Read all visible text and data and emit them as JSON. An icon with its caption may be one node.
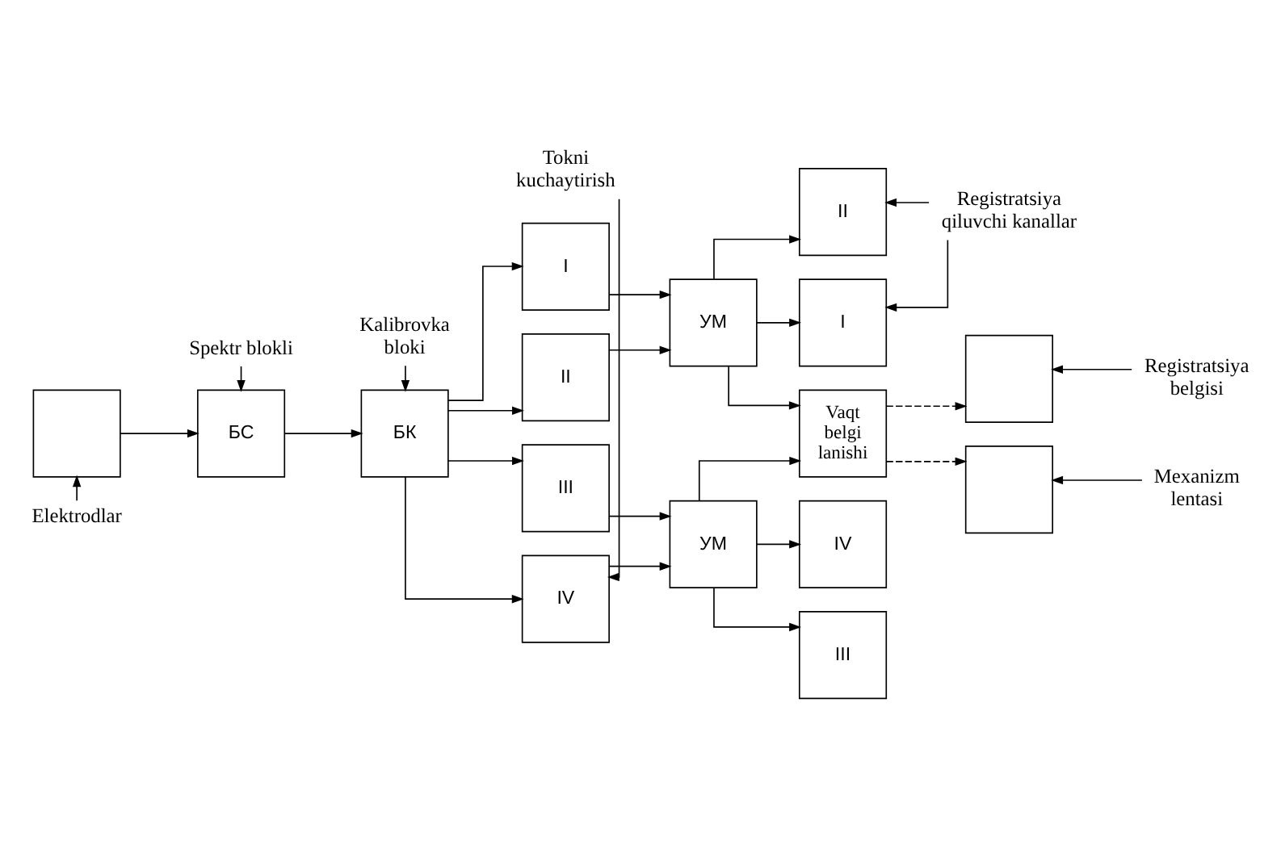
{
  "diagram": {
    "nodes": [
      {
        "text": [],
        "shape": "box"
      },
      {
        "text": [
          "БС"
        ]
      },
      {
        "text": [
          "БК"
        ]
      },
      {
        "text": [
          "I"
        ]
      },
      {
        "text": [
          "II"
        ]
      },
      {
        "text": [
          "III"
        ]
      },
      {
        "text": [
          "IV"
        ]
      },
      {
        "text": [
          "УМ"
        ]
      },
      {
        "text": [
          "Vaqt belgi lanishi"
        ]
      },
      {
        "text": [
          "УМ"
        ]
      },
      {
        "text": [
          "I"
        ]
      },
      {
        "text": [
          "II"
        ]
      },
      {
        "text": [],
        "shape": "box"
      },
      {
        "text": [],
        "shape": "box"
      },
      {
        "text": [
          "III"
        ]
      },
      {
        "text": [
          "IV"
        ]
      },
      {
        "text": [
          "Elektrodlar"
        ]
      },
      {
        "text": [
          "Spektr blokli"
        ]
      },
      {
        "text": [
          "Kalibrovka bloki"
        ]
      },
      {
        "text": [
          "Tokni kuchaytirish"
        ]
      },
      {
        "text": [
          "Registratsiya qiluvchi kanallar"
        ]
      },
      {
        "text": [
          "Registratsiya belgisi"
        ]
      },
      {
        "text": [
          "Mexanizm lentasi"
        ]
      }
    ],
    "edges": [
      {
        "from": 0,
        "to": 1,
        "arrow": "to"
      },
      {
        "from": 1,
        "to": 2,
        "arrow": "to"
      },
      {
        "from": 2,
        "to": 3,
        "arrow": "to"
      },
      {
        "from": 2,
        "to": 4,
        "arrow": "to"
      },
      {
        "from": 2,
        "to": 5,
        "arrow": "to"
      },
      {
        "from": 2,
        "to": 6,
        "arrow": "to"
      },
      {
        "from": 3,
        "to": 7,
        "arrow": "to"
      },
      {
        "from": 4,
        "to": 7,
        "arrow": "to"
      },
      {
        "from": 5,
        "to": 9,
        "arrow": "to"
      },
      {
        "from": 6,
        "to": 9,
        "arrow": "to"
      },
      {
        "from": 7,
        "to": 10,
        "arrow": "to"
      },
      {
        "from": 7,
        "to": 11,
        "arrow": "to"
      },
      {
        "from": 7,
        "to": 8,
        "arrow": "to"
      },
      {
        "from": 9,
        "to": 8,
        "arrow": "to"
      },
      {
        "from": 8,
        "to": 12,
        "arrow": "to",
        "style": "dashed"
      },
      {
        "from": 8,
        "to": 13,
        "arrow": "to",
        "style": "dashed"
      },
      {
        "from": 9,
        "to": 14,
        "arrow": "to"
      },
      {
        "from": 9,
        "to": 15,
        "arrow": "to"
      },
      {
        "from": 16,
        "to": 0,
        "arrow": "to"
      },
      {
        "from": 17,
        "to": 1,
        "arrow": "to"
      },
      {
        "from": 18,
        "to": 2,
        "arrow": "to"
      },
      {
        "from": 19,
        "to": 6,
        "arrow": "to"
      },
      {
        "from": 20,
        "to": 10,
        "arrow": "to"
      },
      {
        "from": 20,
        "to": 11,
        "arrow": "to"
      },
      {
        "from": 21,
        "to": 12,
        "arrow": "to"
      },
      {
        "from": 22,
        "to": 13,
        "arrow": "to"
      }
    ]
  }
}
